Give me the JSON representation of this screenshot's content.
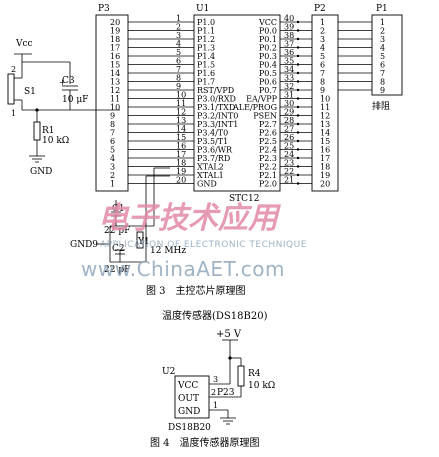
{
  "figure3": {
    "vcc_label": "Vcc",
    "switch_label": "S1",
    "switch_pins": [
      "2",
      "1"
    ],
    "c3_label": "C3",
    "c3_value": "10 μF",
    "c3_plus": "+",
    "r1_label": "R1",
    "r1_value": "10 kΩ",
    "gnd_label": "GND",
    "p3_label": "P3",
    "p3_pins": [
      "20",
      "19",
      "18",
      "17",
      "16",
      "15",
      "14",
      "13",
      "12",
      "11",
      "10",
      "9",
      "8",
      "7",
      "6",
      "5",
      "4",
      "3",
      "2",
      "1"
    ],
    "u1_label": "U1",
    "chip_name": "STC12",
    "u1_left_pins": [
      "1",
      "2",
      "3",
      "4",
      "5",
      "6",
      "7",
      "8",
      "9",
      "10",
      "11",
      "12",
      "13",
      "14",
      "15",
      "16",
      "17",
      "18",
      "19",
      "20"
    ],
    "u1_left_signals": [
      "P1.0",
      "P1.1",
      "P1.2",
      "P1.3",
      "P1.4",
      "P1.5",
      "P1.6",
      "P1.7",
      "RST/VPD",
      "P3.0/RXD",
      "P3.1/TXD",
      "P3.2/INT0",
      "P3.3/INT1",
      "P3.4/T0",
      "P3.5/T1",
      "P3.6/WR",
      "P3.7/RD",
      "XTAL2",
      "XTAL1",
      "GND"
    ],
    "u1_right_pins": [
      "40",
      "39",
      "38",
      "37",
      "36",
      "35",
      "34",
      "33",
      "32",
      "31",
      "30",
      "29",
      "28",
      "27",
      "26",
      "25",
      "24",
      "23",
      "22",
      "21"
    ],
    "u1_right_signals": [
      "VCC",
      "P0.0",
      "P0.1",
      "P0.2",
      "P0.3",
      "P0.4",
      "P0.5",
      "P0.6",
      "P0.7",
      "EA/VPP",
      "ALE/PROG",
      "PSEN",
      "P2.7",
      "P2.6",
      "P2.5",
      "P2.4",
      "P2.3",
      "P2.2",
      "P2.1",
      "P2.0"
    ],
    "p2_label": "P2",
    "p2_pins": [
      "1",
      "2",
      "3",
      "4",
      "5",
      "6",
      "7",
      "8",
      "9",
      "10",
      "11",
      "12",
      "13",
      "14",
      "15",
      "16",
      "17",
      "18",
      "19",
      "20"
    ],
    "p1_label": "P1",
    "p1_pins": [
      "1",
      "2",
      "3",
      "4",
      "5",
      "6",
      "7",
      "8",
      "9"
    ],
    "p1_caption": "排阻",
    "c1_label": "C1",
    "c1_value": "22 pF",
    "c2_label": "C2",
    "c2_value": "22 pF",
    "y1_label": "Y1",
    "y1_value": "12 MHz",
    "gnd9_label": "GND9",
    "caption": "图 3　主控芯片原理图"
  },
  "figure4": {
    "title": "温度传感器(DS18B20)",
    "supply_label": "+5 V",
    "r4_label": "R4",
    "r4_value": "10 kΩ",
    "u2_label": "U2",
    "pins": [
      "VCC",
      "OUT",
      "GND"
    ],
    "pin_numbers": [
      "3",
      "2",
      "1"
    ],
    "net_label": "P23",
    "part_name": "DS18B20",
    "caption": "图 4　温度传感器原理图"
  },
  "watermark": {
    "title": "电子技术应用",
    "subtitle": "APPLICATION OF ELECTRONIC TECHNIQUE",
    "url": "www.ChinaAET.com"
  }
}
